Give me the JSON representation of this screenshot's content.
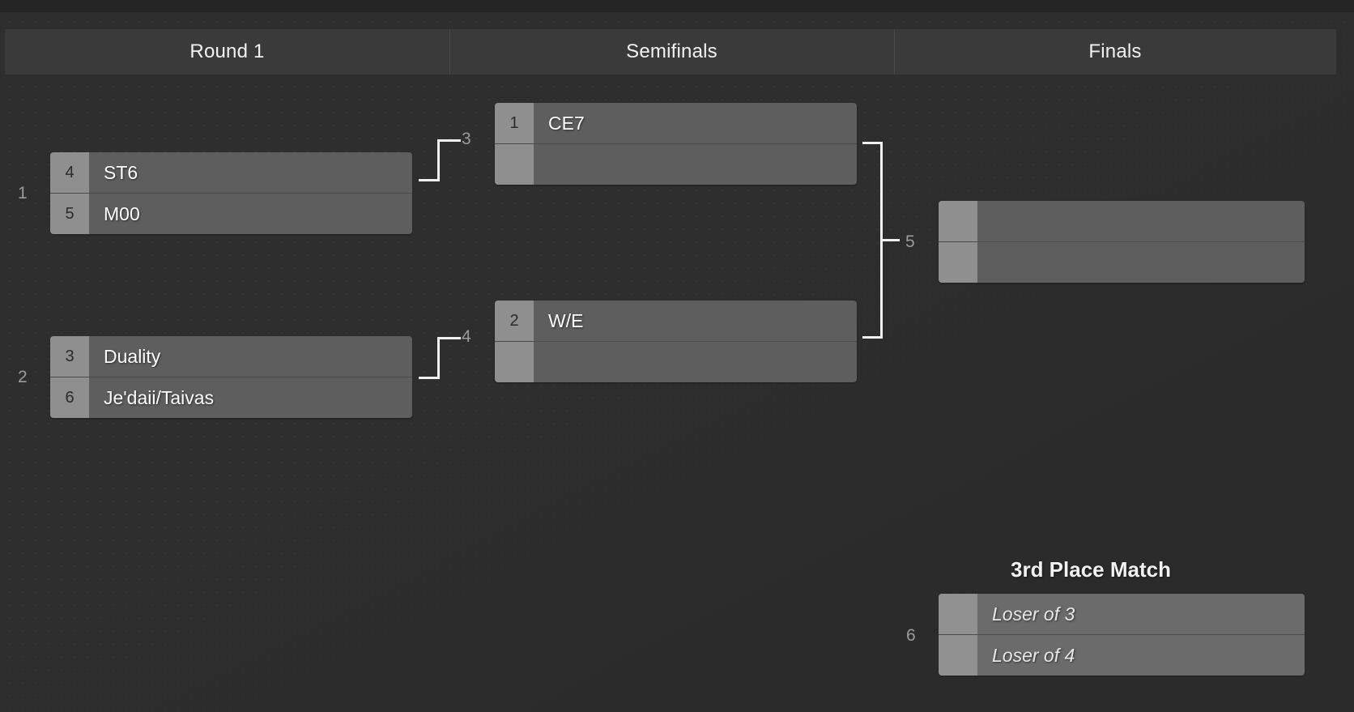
{
  "bracket": {
    "rounds": [
      {
        "label": "Round 1"
      },
      {
        "label": "Semifinals"
      },
      {
        "label": "Finals"
      }
    ],
    "matches": [
      {
        "number": "1",
        "round": "Round 1",
        "slots": [
          {
            "seed": "4",
            "team": "ST6"
          },
          {
            "seed": "5",
            "team": "M00"
          }
        ]
      },
      {
        "number": "2",
        "round": "Round 1",
        "slots": [
          {
            "seed": "3",
            "team": "Duality"
          },
          {
            "seed": "6",
            "team": "Je'daii/Taivas"
          }
        ]
      },
      {
        "number": "3",
        "round": "Semifinals",
        "slots": [
          {
            "seed": "1",
            "team": "CE7"
          },
          {
            "seed": "",
            "team": ""
          }
        ]
      },
      {
        "number": "4",
        "round": "Semifinals",
        "slots": [
          {
            "seed": "2",
            "team": "W/E"
          },
          {
            "seed": "",
            "team": ""
          }
        ]
      },
      {
        "number": "5",
        "round": "Finals",
        "slots": [
          {
            "seed": "",
            "team": ""
          },
          {
            "seed": "",
            "team": ""
          }
        ]
      },
      {
        "number": "6",
        "round": "3rd Place Match",
        "slots": [
          {
            "seed": "",
            "team": "Loser of 3"
          },
          {
            "seed": "",
            "team": "Loser of 4"
          }
        ]
      }
    ],
    "third_place": {
      "title": "3rd Place Match"
    }
  },
  "colors": {
    "canvas": "#2b2b2b",
    "dot_field": "#2e2e2e",
    "header_bar": "#3a3a3a",
    "slot": "#5e5e5e",
    "slot_placeholder": "#6b6b6b",
    "seed_cell": "#8f8f8f",
    "connector": "#f0f0f0",
    "text_primary": "#ffffff",
    "text_muted": "#9a9a9a"
  }
}
